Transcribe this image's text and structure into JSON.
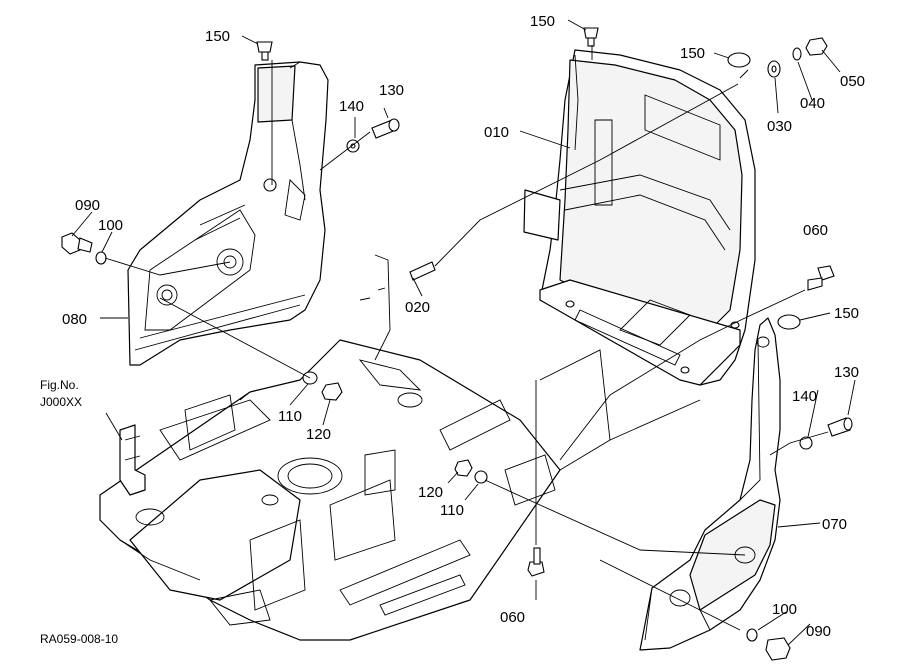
{
  "callouts": [
    {
      "id": "c150a",
      "text": "150"
    },
    {
      "id": "c150b",
      "text": "150"
    },
    {
      "id": "c150c",
      "text": "150"
    },
    {
      "id": "c150d",
      "text": "150"
    },
    {
      "id": "c130a",
      "text": "130"
    },
    {
      "id": "c140a",
      "text": "140"
    },
    {
      "id": "c010",
      "text": "010"
    },
    {
      "id": "c030",
      "text": "030"
    },
    {
      "id": "c040",
      "text": "040"
    },
    {
      "id": "c050",
      "text": "050"
    },
    {
      "id": "c090a",
      "text": "090"
    },
    {
      "id": "c100a",
      "text": "100"
    },
    {
      "id": "c060a",
      "text": "060"
    },
    {
      "id": "c020",
      "text": "020"
    },
    {
      "id": "c080",
      "text": "080"
    },
    {
      "id": "c110a",
      "text": "110"
    },
    {
      "id": "c120a",
      "text": "120"
    },
    {
      "id": "c130b",
      "text": "130"
    },
    {
      "id": "c140b",
      "text": "140"
    },
    {
      "id": "c120b",
      "text": "120"
    },
    {
      "id": "c110b",
      "text": "110"
    },
    {
      "id": "c070",
      "text": "070"
    },
    {
      "id": "c060b",
      "text": "060"
    },
    {
      "id": "c100b",
      "text": "100"
    },
    {
      "id": "c090b",
      "text": "090"
    }
  ],
  "figref": {
    "line1": "Fig.No.",
    "line2": "J000XX"
  },
  "drawing_code": "RA059-008-10"
}
